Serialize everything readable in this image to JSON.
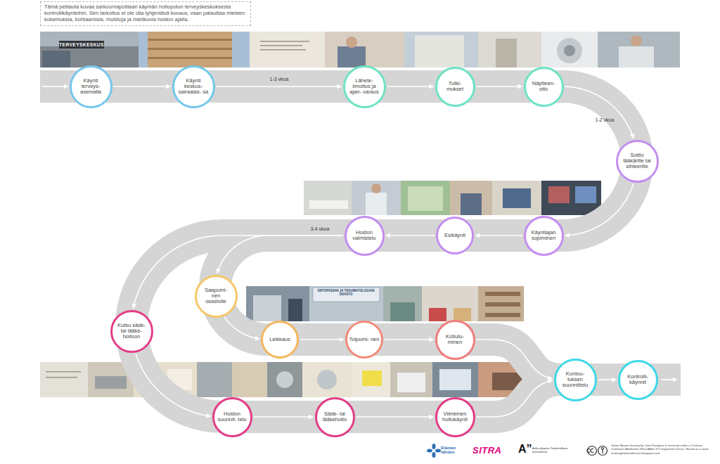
{
  "diagram": {
    "nodes": [
      {
        "text": [
          "Tämä pelilauta kuvaa sarkoomapotilaan käymän hoitopolun terveyskeskuksesta kontrollikäynteihin. Sen tarkoitus ei ole olla tyhjentävä kuvaus, vaan palauttaa mieleen kokemuksia, kohtaamisia, muistoja ja mielikuvia hoidon ajalta."
        ]
      },
      {
        "text": [
          "Käynti terveys- asemalla"
        ]
      },
      {
        "text": [
          "Käynti keskus- sairaalas- sa"
        ]
      },
      {
        "text": [
          "Lähete- ilmoitus ja ajan- varaus"
        ]
      },
      {
        "text": [
          "Tutki- mukset"
        ]
      },
      {
        "text": [
          "Näytteen- otto"
        ]
      },
      {
        "text": [
          "Soitto lääkärille tai sihteerille"
        ]
      },
      {
        "text": [
          "Käyntiajan sopiminen"
        ]
      },
      {
        "text": [
          "Esikäynti"
        ]
      },
      {
        "text": [
          "Hoidon valmistelu"
        ]
      },
      {
        "text": [
          "Saapumi- nen osastolle"
        ]
      },
      {
        "text": [
          "Kutsu säde- tai lääke- hoitoon"
        ]
      },
      {
        "text": [
          "Leikkaus"
        ]
      },
      {
        "text": [
          "Toipumi- nen"
        ]
      },
      {
        "text": [
          "Kotiutu- minen"
        ]
      },
      {
        "text": [
          "Hoidon suunnit- telu"
        ]
      },
      {
        "text": [
          "Säde- tai lääkehoito"
        ]
      },
      {
        "text": [
          "Viimeinen hoitokäynti"
        ]
      },
      {
        "text": [
          "Kuntou- tuksen suunnittelu"
        ]
      },
      {
        "text": [
          "Kontrolli- käynnit"
        ]
      }
    ],
    "edges": [
      {
        "from": 1,
        "to": 2,
        "arrow": "to"
      },
      {
        "from": 2,
        "to": 3,
        "arrow": "to",
        "label": "1-3 vkoa"
      },
      {
        "from": 3,
        "to": 4,
        "arrow": "to"
      },
      {
        "from": 4,
        "to": 5,
        "arrow": "to"
      },
      {
        "from": 5,
        "to": 6,
        "arrow": "to",
        "label": "1-2 vkoa"
      },
      {
        "from": 6,
        "to": 7,
        "arrow": "to"
      },
      {
        "from": 7,
        "to": 8,
        "arrow": "to"
      },
      {
        "from": 8,
        "to": 9,
        "arrow": "to"
      },
      {
        "from": 9,
        "to": 10,
        "arrow": "to",
        "label": "3-4 vkoa"
      },
      {
        "from": 9,
        "to": 11,
        "arrow": "to"
      },
      {
        "from": 10,
        "to": 12,
        "arrow": "to"
      },
      {
        "from": 12,
        "to": 13,
        "arrow": "to"
      },
      {
        "from": 13,
        "to": 14,
        "arrow": "to"
      },
      {
        "from": 14,
        "to": 18,
        "arrow": "to"
      },
      {
        "from": 11,
        "to": 15,
        "arrow": "to"
      },
      {
        "from": 15,
        "to": 16,
        "arrow": "to"
      },
      {
        "from": 16,
        "to": 17,
        "arrow": "to"
      },
      {
        "from": 17,
        "to": 18,
        "arrow": "to"
      },
      {
        "from": 18,
        "to": 19,
        "arrow": "to"
      }
    ],
    "labels": [
      "TERVEYSKESKUS",
      "ORTOPEDIAN JA TRAUMATOLOGIAN OSASTO",
      "Elämän tähden",
      "SITRA",
      "A”",
      "Aalto-yliopisto Taideteollinen korkeakoulu",
      "Game Board Journey by Julia Kronqvist is licensed under a Creative Commons Attribution-ShareAlike 3.0 Unported License. Based on a work at designforhealthcare.blogspot.com."
    ]
  }
}
